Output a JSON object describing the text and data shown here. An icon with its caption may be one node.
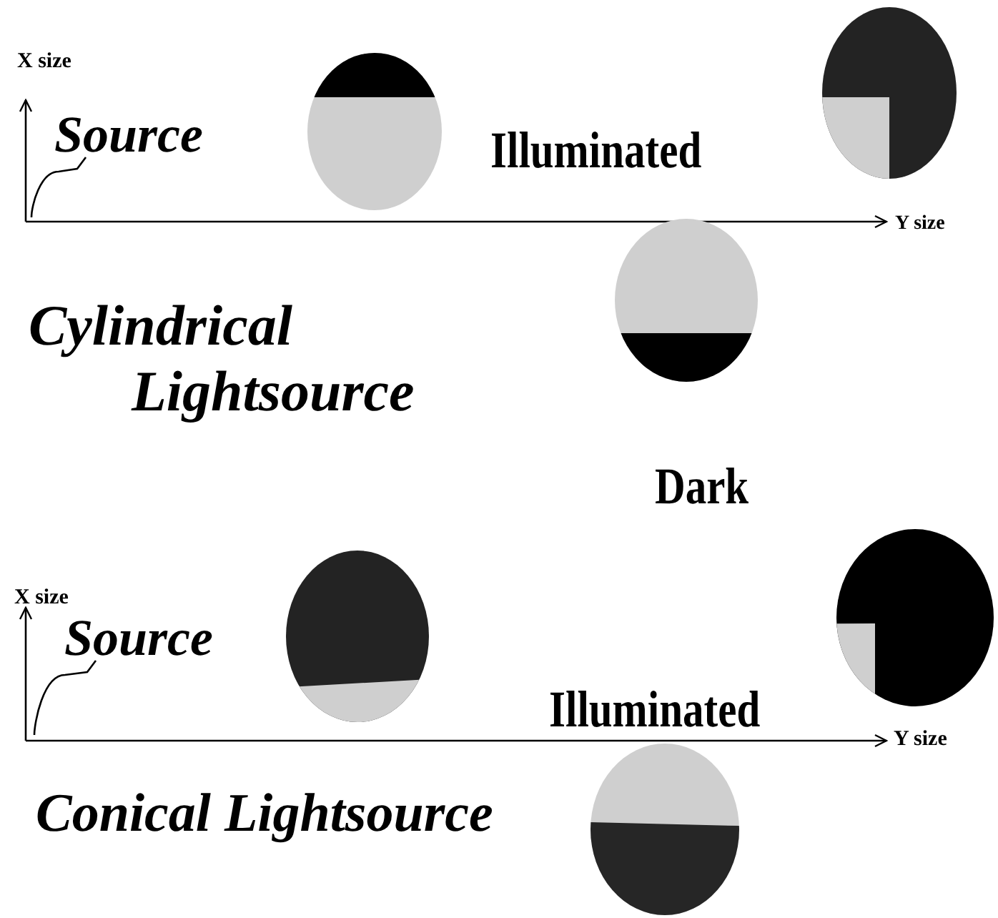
{
  "diagram": {
    "nodes": [
      {
        "text": [
          "Source"
        ]
      },
      {
        "text": [
          "Source"
        ]
      }
    ],
    "edges": [
      {
        "from": 0,
        "to": null,
        "arrow": "none"
      },
      {
        "from": 1,
        "to": null,
        "arrow": "none"
      }
    ],
    "labels": [
      "X size",
      "Illuminated",
      "Y size",
      "Cylindrical Lightsource",
      "Dark",
      "X size",
      "Illuminated",
      "Y size",
      "Conical Lightsource"
    ]
  }
}
